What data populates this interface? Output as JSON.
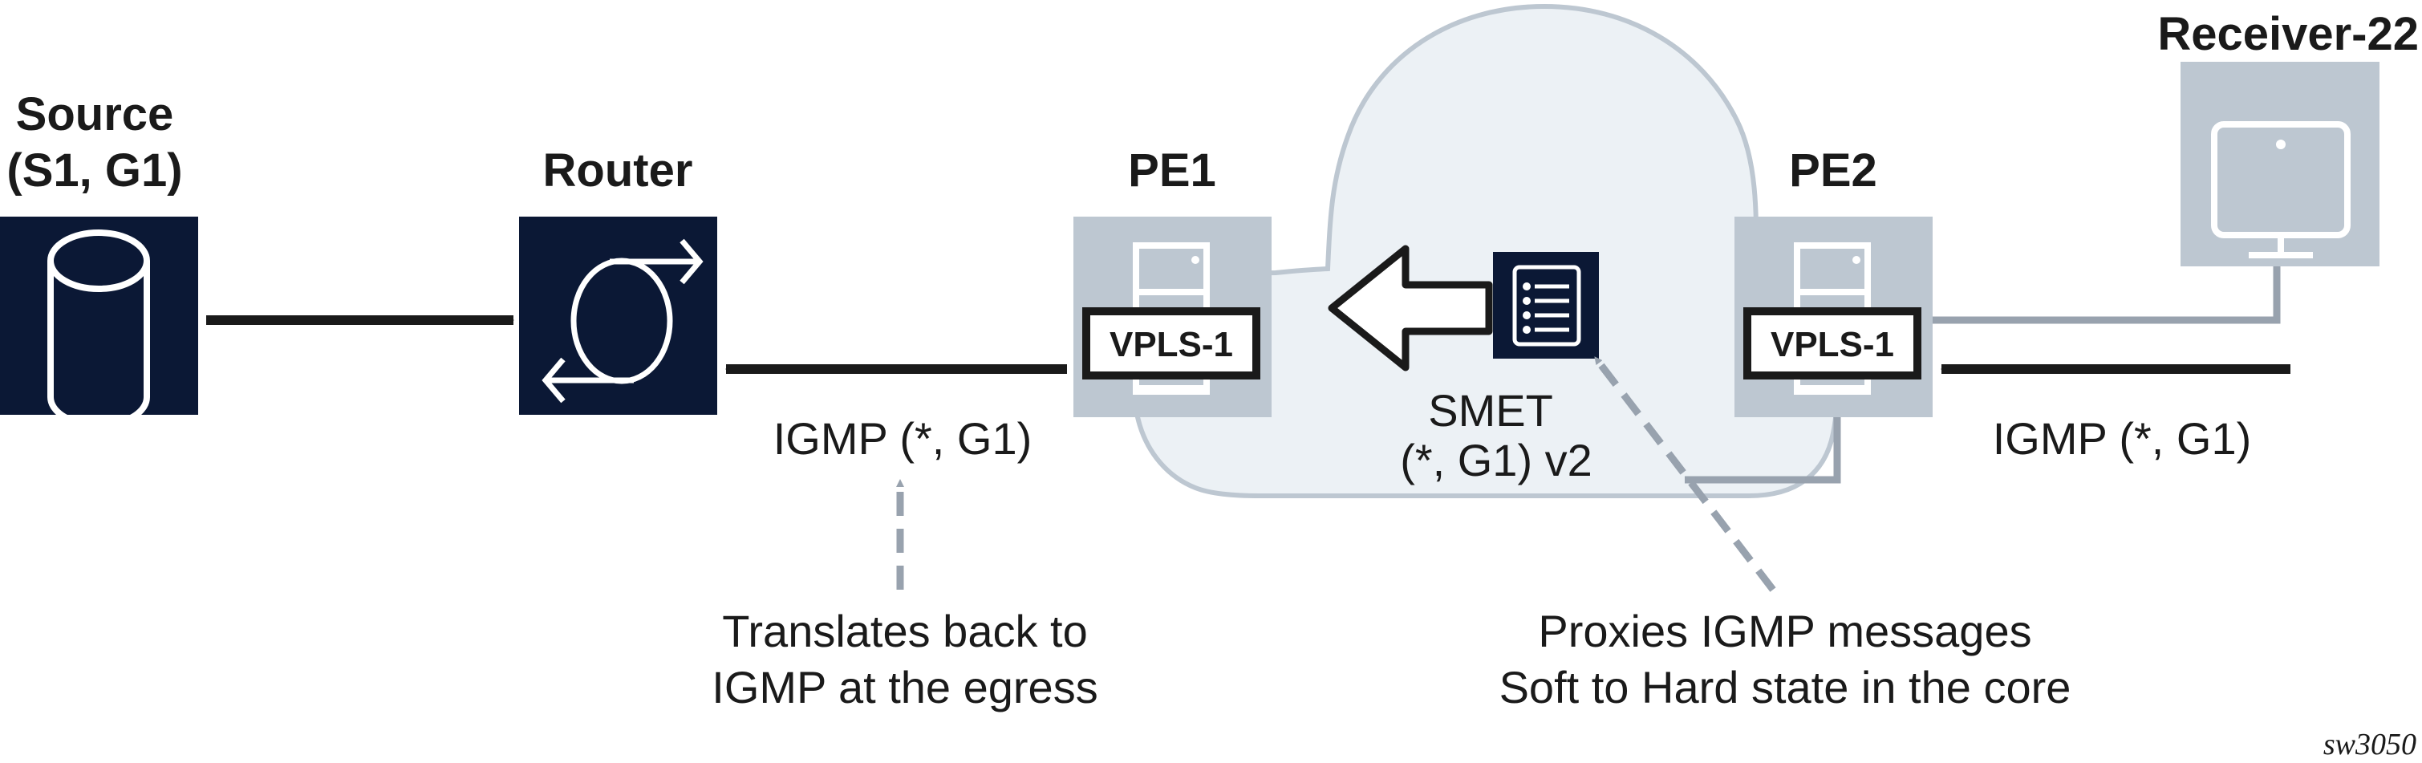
{
  "diagram": {
    "nodes": {
      "source": {
        "title": "Source",
        "subtitle": "(S1, G1)",
        "icon": "database-icon"
      },
      "router": {
        "title": "Router",
        "icon": "router-icon"
      },
      "pe1": {
        "title": "PE1",
        "service_label": "VPLS-1",
        "icon": "server-icon"
      },
      "pe2": {
        "title": "PE2",
        "service_label": "VPLS-1",
        "icon": "server-icon"
      },
      "receiver": {
        "title": "Receiver-22",
        "icon": "monitor-icon"
      },
      "smet": {
        "line1": "SMET",
        "line2": "(*, G1) v2",
        "icon": "list-document-icon"
      }
    },
    "messages": {
      "left_igmp": "IGMP (*, G1)",
      "right_igmp": "IGMP (*, G1)"
    },
    "annotations": {
      "egress": {
        "line1": "Translates back to",
        "line2": "IGMP at the egress"
      },
      "core": {
        "line1": "Proxies IGMP messages",
        "line2": "Soft to Hard state in the core"
      }
    },
    "figure_id": "sw3050",
    "colors": {
      "dark_node": "#0b1835",
      "light_node": "#bdc7d1",
      "cloud_fill": "#ecf1f5",
      "cloud_stroke": "#bdc7d1",
      "link_gray": "#98a2ae",
      "arrow_black": "#1a1a1a",
      "dashed_gray": "#98a2ae"
    }
  }
}
